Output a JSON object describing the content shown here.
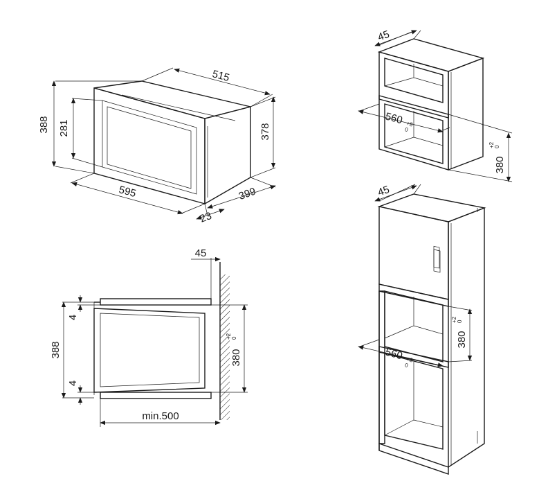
{
  "appliance_top": {
    "width": "515",
    "height_outer": "388",
    "height_inner": "281",
    "depth_right": "378",
    "front_width": "595",
    "door_depth": "23",
    "body_depth": "399"
  },
  "niche_small": {
    "top_offset": "45",
    "width": "560",
    "width_tol": "+8",
    "width_tol_low": "0",
    "height": "380",
    "height_tol": "+2",
    "height_tol_low": "0"
  },
  "side_section": {
    "top_offset": "45",
    "overall_height": "388",
    "gap_top": "4",
    "gap_bottom": "4",
    "niche_height": "380",
    "niche_tol": "+2",
    "niche_tol_low": "0",
    "min_depth": "min.500"
  },
  "tall_cabinet": {
    "top_offset": "45",
    "niche_height": "380",
    "niche_tol": "+2",
    "niche_tol_low": "0",
    "niche_width": "560",
    "niche_width_tol": "+8",
    "niche_width_tol_low": "0"
  }
}
